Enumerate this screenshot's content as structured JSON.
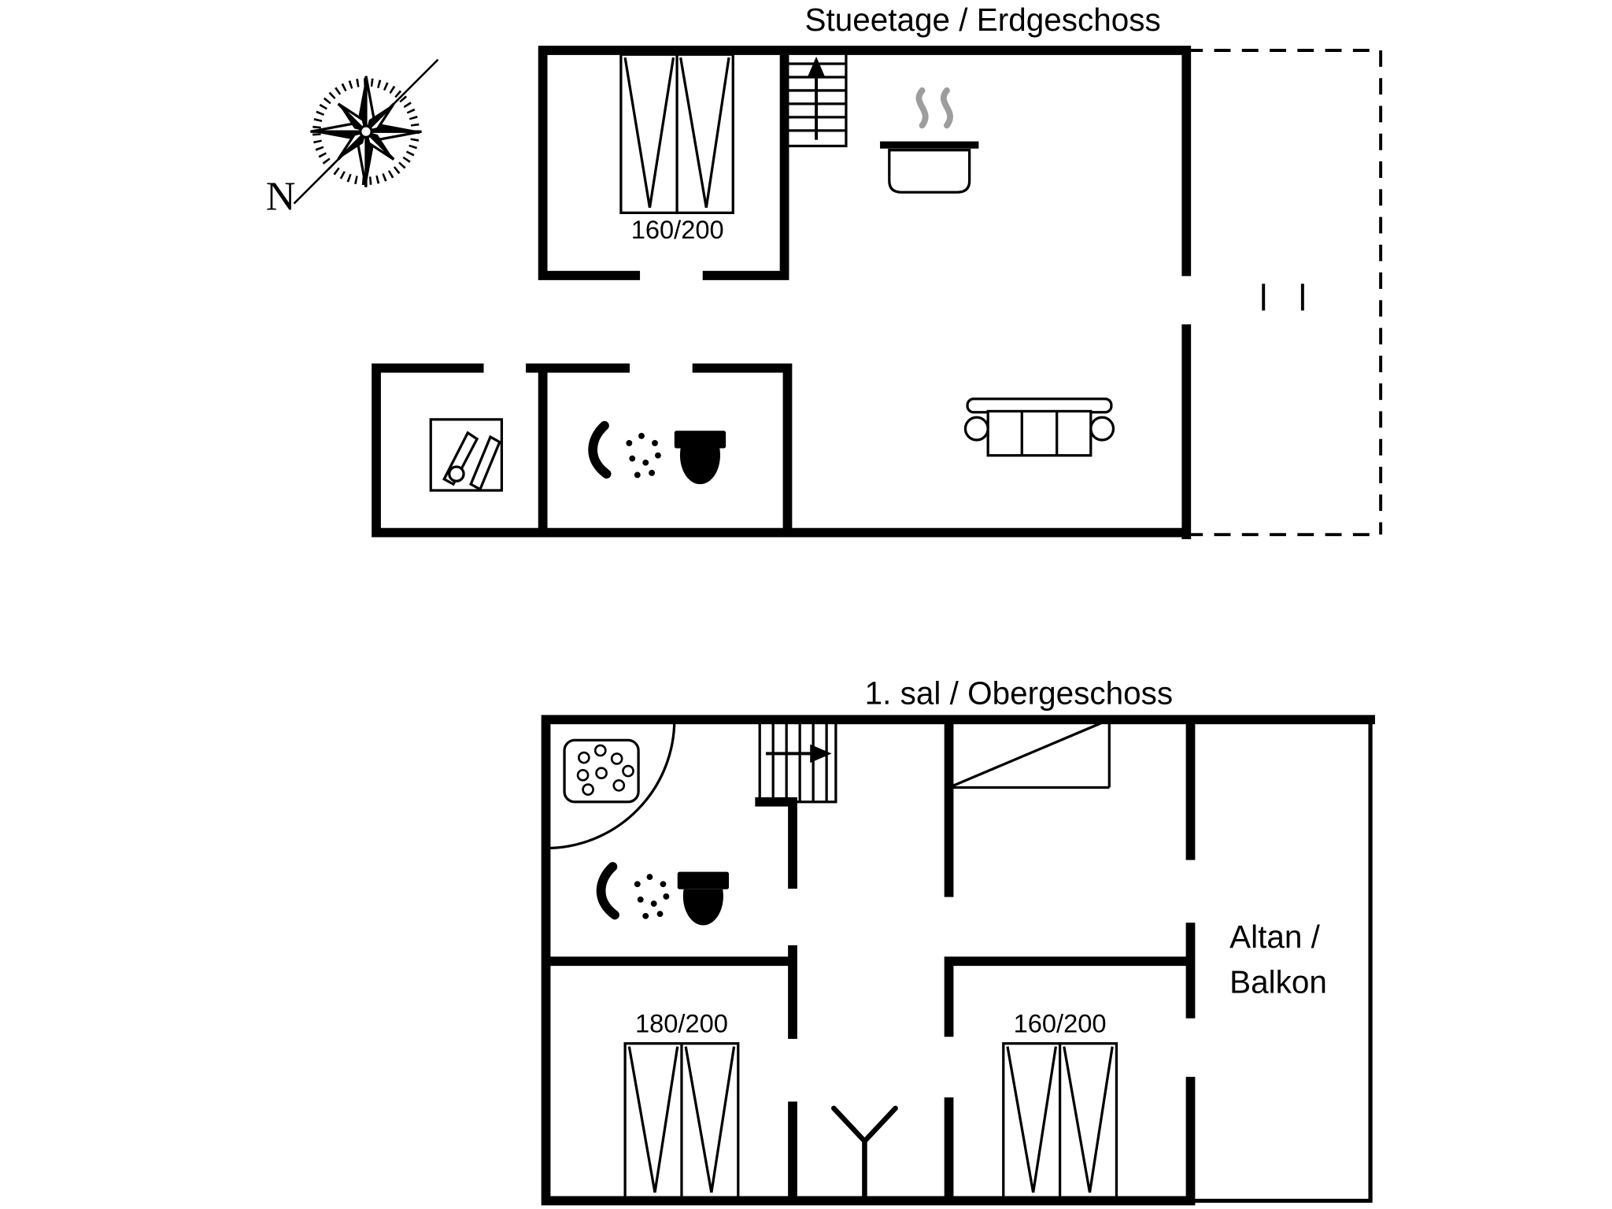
{
  "colors": {
    "ink": "#000000",
    "steam_gray": "#9d9d9d",
    "background": "#ffffff"
  },
  "compass": {
    "north_label": "N"
  },
  "ground_floor": {
    "title": "Stueetage / Erdgeschoss",
    "bed_label": "160/200"
  },
  "upper_floor": {
    "title": "1. sal / Obergeschoss",
    "bed_left_label": "180/200",
    "bed_right_label": "160/200",
    "balcony_label_line1": "Altan /",
    "balcony_label_line2": "Balkon"
  }
}
